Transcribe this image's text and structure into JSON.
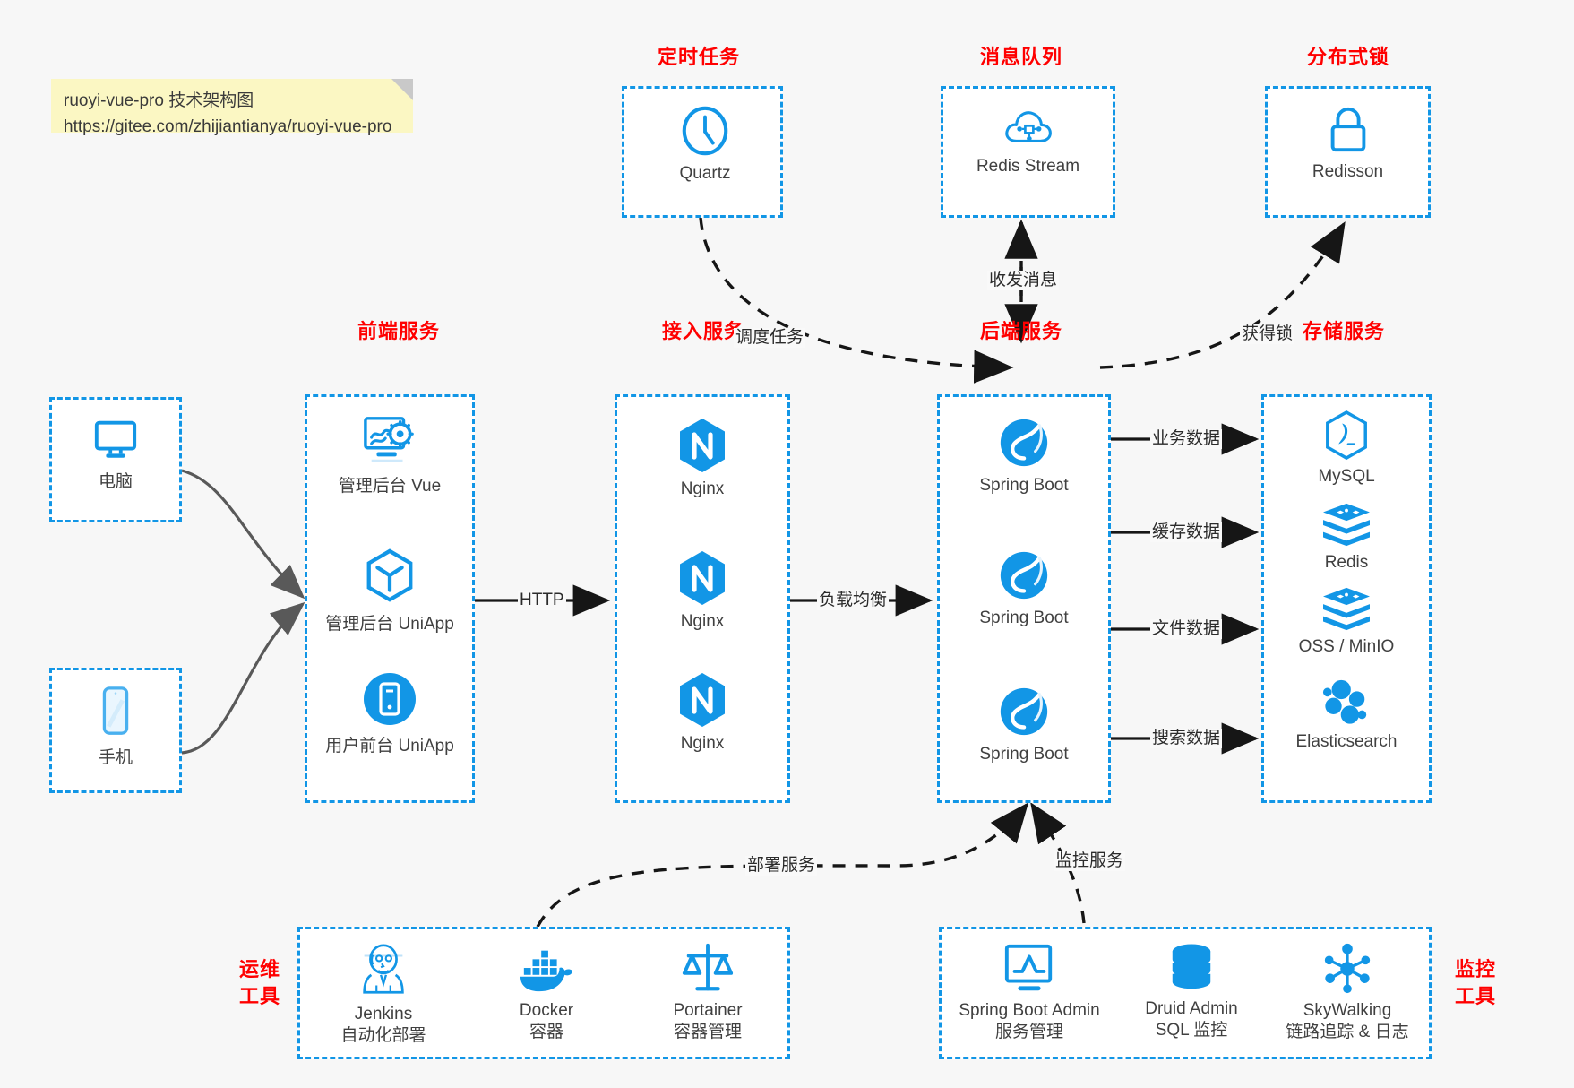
{
  "note": {
    "line1": "ruoyi-vue-pro 技术架构图",
    "line2": "https://gitee.com/zhijiantianya/ruoyi-vue-pro"
  },
  "colors": {
    "accent_blue": "#1296e6",
    "title_red": "#ff0000",
    "background": "#f7f7f7",
    "box_fill": "#ffffff",
    "note_yellow": "#fbf7c3",
    "edge_gray": "#595959"
  },
  "groups": {
    "scheduler": {
      "title": "定时任务",
      "nodes": [
        {
          "label": "Quartz",
          "icon": "clock-icon"
        }
      ]
    },
    "mq": {
      "title": "消息队列",
      "nodes": [
        {
          "label": "Redis Stream",
          "icon": "cloud-stream-icon"
        }
      ]
    },
    "lock": {
      "title": "分布式锁",
      "nodes": [
        {
          "label": "Redisson",
          "icon": "lock-icon"
        }
      ]
    },
    "clients": {
      "nodes": [
        {
          "label": "电脑",
          "icon": "desktop-icon"
        },
        {
          "label": "手机",
          "icon": "mobile-icon"
        }
      ]
    },
    "frontend": {
      "title": "前端服务",
      "nodes": [
        {
          "label": "管理后台 Vue",
          "icon": "dashboard-gear-icon"
        },
        {
          "label": "管理后台 UniApp",
          "icon": "cube-icon"
        },
        {
          "label": "用户前台 UniApp",
          "icon": "app-circle-icon"
        }
      ]
    },
    "gateway": {
      "title": "接入服务",
      "nodes": [
        {
          "label": "Nginx",
          "icon": "nginx-icon"
        },
        {
          "label": "Nginx",
          "icon": "nginx-icon"
        },
        {
          "label": "Nginx",
          "icon": "nginx-icon"
        }
      ]
    },
    "backend": {
      "title": "后端服务",
      "nodes": [
        {
          "label": "Spring Boot",
          "icon": "spring-icon"
        },
        {
          "label": "Spring Boot",
          "icon": "spring-icon"
        },
        {
          "label": "Spring Boot",
          "icon": "spring-icon"
        }
      ]
    },
    "storage": {
      "title": "存储服务",
      "nodes": [
        {
          "label": "MySQL",
          "icon": "mysql-icon"
        },
        {
          "label": "Redis",
          "icon": "redis-icon"
        },
        {
          "label": "OSS / MinIO",
          "icon": "oss-icon"
        },
        {
          "label": "Elasticsearch",
          "icon": "elasticsearch-icon"
        }
      ]
    },
    "devops": {
      "title": "运维\n工具",
      "title_line1": "运维",
      "title_line2": "工具",
      "nodes": [
        {
          "label": "Jenkins",
          "sub": "自动化部署",
          "icon": "jenkins-icon"
        },
        {
          "label": "Docker",
          "sub": "容器",
          "icon": "docker-icon"
        },
        {
          "label": "Portainer",
          "sub": "容器管理",
          "icon": "portainer-scale-icon"
        }
      ]
    },
    "monitor": {
      "title_line1": "监控",
      "title_line2": "工具",
      "nodes": [
        {
          "label": "Spring Boot Admin",
          "sub": "服务管理",
          "icon": "monitor-chart-icon"
        },
        {
          "label": "Druid Admin",
          "sub": "SQL 监控",
          "icon": "database-icon"
        },
        {
          "label": "SkyWalking",
          "sub": "链路追踪 & 日志",
          "icon": "skywalking-icon"
        }
      ]
    }
  },
  "edges": [
    {
      "id": "http",
      "label": "HTTP",
      "from": "frontend",
      "to": "gateway"
    },
    {
      "id": "lb",
      "label": "负载均衡",
      "from": "gateway",
      "to": "backend"
    },
    {
      "id": "schedule",
      "label": "调度任务",
      "from": "scheduler",
      "to": "backend"
    },
    {
      "id": "messaging",
      "label": "收发消息",
      "from": "backend",
      "to": "mq"
    },
    {
      "id": "acquirelock",
      "label": "获得锁",
      "from": "backend",
      "to": "lock"
    },
    {
      "id": "bizdata",
      "label": "业务数据",
      "from": "backend",
      "to": "storage"
    },
    {
      "id": "cachedata",
      "label": "缓存数据",
      "from": "backend",
      "to": "storage"
    },
    {
      "id": "filedata",
      "label": "文件数据",
      "from": "backend",
      "to": "storage"
    },
    {
      "id": "searchdata",
      "label": "搜索数据",
      "from": "backend",
      "to": "storage"
    },
    {
      "id": "deploy",
      "label": "部署服务",
      "from": "devops",
      "to": "backend"
    },
    {
      "id": "observe",
      "label": "监控服务",
      "from": "monitor",
      "to": "backend"
    }
  ]
}
